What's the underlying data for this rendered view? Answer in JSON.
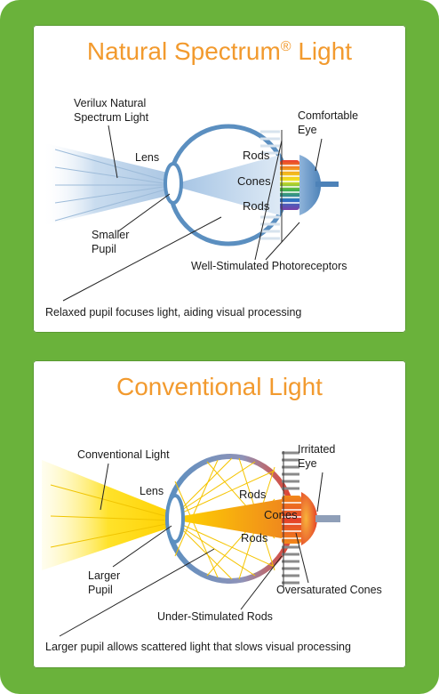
{
  "natural": {
    "title": "Natural Spectrum",
    "reg": "®",
    "title_suffix": " Light",
    "source_label_1": "Verilux Natural",
    "source_label_2": "Spectrum Light",
    "lens": "Lens",
    "rods_top": "Rods",
    "cones": "Cones",
    "rods_bottom": "Rods",
    "eye_label_1": "Comfortable",
    "eye_label_2": "Eye",
    "pupil_label_1": "Smaller",
    "pupil_label_2": "Pupil",
    "photoreceptors": "Well-Stimulated Photoreceptors",
    "caption": "Relaxed pupil focuses light, aiding visual processing"
  },
  "conventional": {
    "title": "Conventional Light",
    "source_label": "Conventional Light",
    "lens": "Lens",
    "rods_top": "Rods",
    "cones": "Cones",
    "rods_bottom": "Rods",
    "eye_label_1": "Irritated",
    "eye_label_2": "Eye",
    "pupil_label_1": "Larger",
    "pupil_label_2": "Pupil",
    "oversaturated": "Oversaturated Cones",
    "understimulated": "Under-Stimulated Rods",
    "caption": "Larger pupil allows scattered light that slows visual processing"
  },
  "colors": {
    "background": "#6ab23b",
    "title": "#f29a2e",
    "eye_outline": "#5b8fc0",
    "natural_beam": "#cfe0f0",
    "conventional_beam": "#ffd400",
    "irritated": "#e4402a"
  }
}
